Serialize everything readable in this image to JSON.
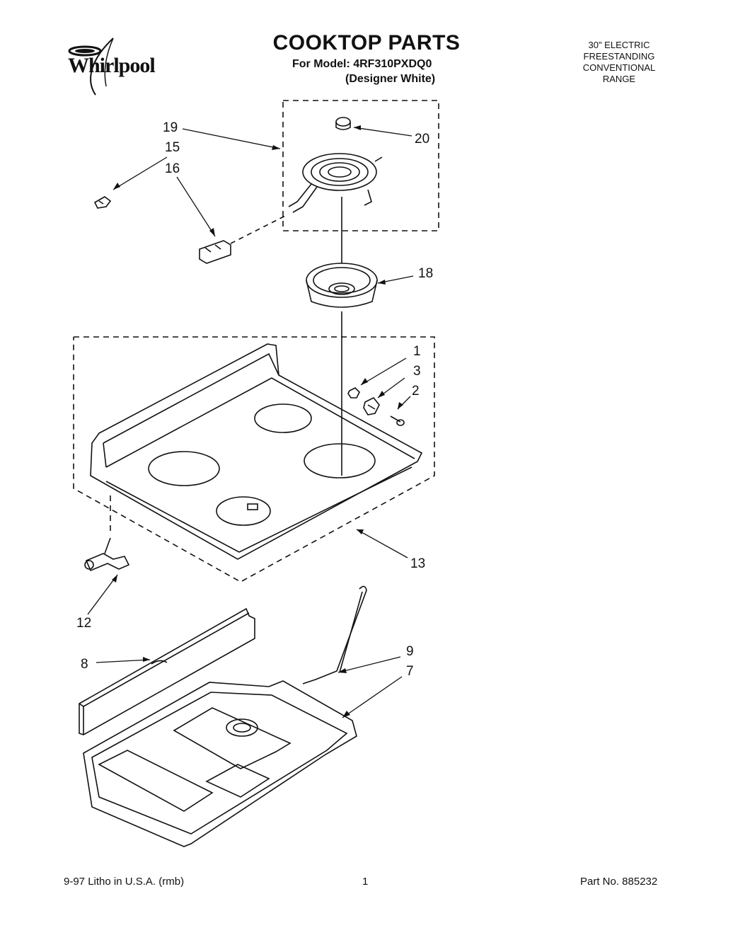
{
  "header": {
    "brand": "Whirlpool",
    "title": "COOKTOP PARTS",
    "model_line": "For Model: 4RF310PXDQ0",
    "variant_line": "(Designer White)",
    "range_description": [
      "30\" ELECTRIC",
      "FREESTANDING",
      "CONVENTIONAL",
      "RANGE"
    ]
  },
  "callouts": [
    "19",
    "15",
    "16",
    "20",
    "18",
    "1",
    "3",
    "2",
    "13",
    "12",
    "8",
    "9",
    "7"
  ],
  "footer": {
    "litho": "9-97 Litho in U.S.A. (rmb)",
    "page": "1",
    "part_no": "Part No. 885232"
  },
  "icons": {
    "logo": "whirlpool-logo-icon"
  }
}
